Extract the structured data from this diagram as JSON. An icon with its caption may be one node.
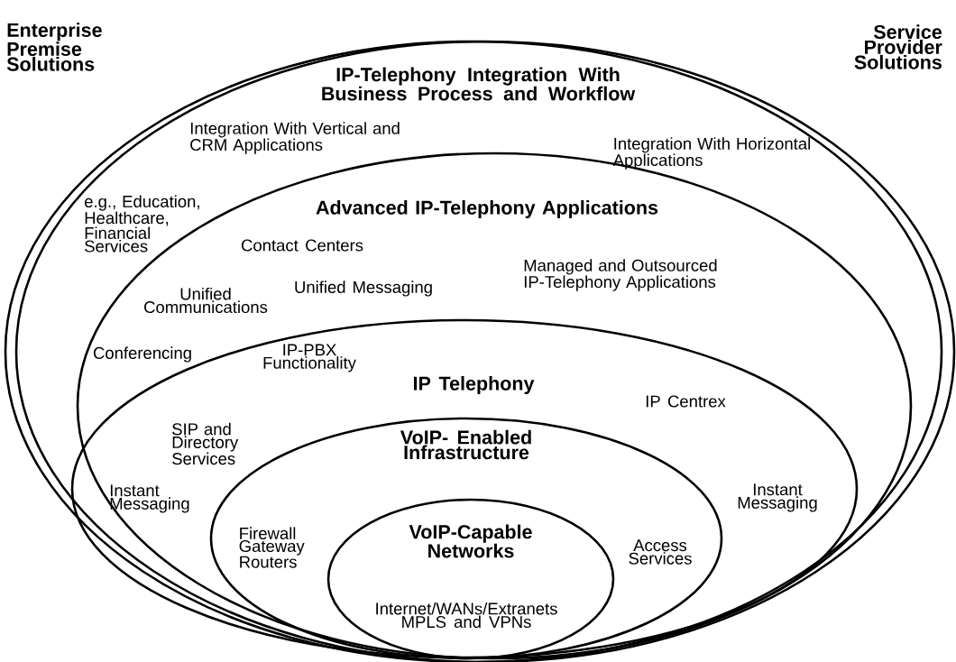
{
  "diagram": {
    "nodes": [
      {
        "text": [
          "Enterprise Premise Solutions"
        ]
      },
      {
        "text": [
          "Service Provider Solutions"
        ]
      },
      {
        "text": [
          "Advanced IP-Telephony Applications",
          "Contact Centers",
          "Unified Communications",
          "Unified Messaging",
          "Managed and Outsourced IP-Telephony Applications",
          "Conferencing"
        ],
        "in": 0
      },
      {
        "text": [
          "IP Telephony",
          "IP-PBX Functionality",
          "SIP and Directory Services",
          "IP Centrex",
          "Instant Messaging",
          "Instant Messaging"
        ],
        "in": 2
      },
      {
        "text": [
          "VoIP- Enabled Infrastructure",
          "Firewall Gateway Routers",
          "Access Services"
        ],
        "in": 3
      },
      {
        "text": [
          "VoIP-Capable Networks",
          "Internet/WANs/Extranets MPLS and VPNs"
        ],
        "in": 4
      }
    ],
    "labels": [
      "IP-Telephony Integration With Business Process and Workflow",
      "Integration With Vertical and CRM Applications",
      "Integration With Horizontal Applications",
      "e.g., Education, Healthcare, Financial Services"
    ]
  }
}
